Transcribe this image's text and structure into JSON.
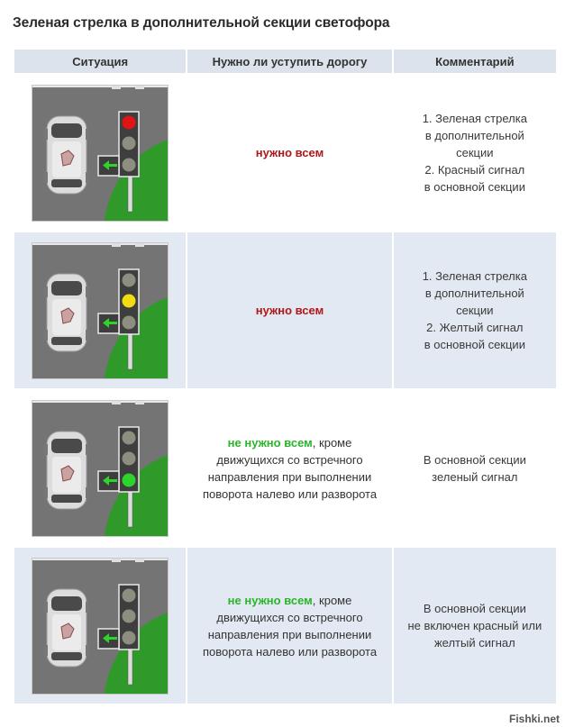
{
  "title": "Зеленая стрелка в дополнительной секции светофора",
  "headers": [
    "Ситуация",
    "Нужно ли уступить дорогу",
    "Комментарий"
  ],
  "rows": [
    {
      "lights": {
        "red": true,
        "yellow": false,
        "main_green": false
      },
      "answer_main": "нужно всем",
      "answer_kind": "yes",
      "answer_rest": "",
      "comment": [
        "1. Зеленая стрелка",
        "в дополнительной",
        "секции",
        "2. Красный сигнал",
        "в основной секции"
      ]
    },
    {
      "lights": {
        "red": false,
        "yellow": true,
        "main_green": false
      },
      "answer_main": "нужно всем",
      "answer_kind": "yes",
      "answer_rest": "",
      "comment": [
        "1. Зеленая стрелка",
        "в дополнительной",
        "секции",
        "2. Желтый сигнал",
        "в основной секции"
      ]
    },
    {
      "lights": {
        "red": false,
        "yellow": false,
        "main_green": true
      },
      "answer_main": "не нужно всем",
      "answer_kind": "no",
      "answer_rest": ", кроме движущихся со встречного направления при выполнении поворота налево или разворота",
      "comment": [
        "В основной секции",
        "зеленый сигнал"
      ]
    },
    {
      "lights": {
        "red": false,
        "yellow": false,
        "main_green": false
      },
      "answer_main": "не нужно всем",
      "answer_kind": "no",
      "answer_rest": ", кроме движущихся со встречного направления при выполнении поворота налево или разворота",
      "comment": [
        "В основной секции",
        "не включен красный или",
        "желтый сигнал"
      ]
    }
  ],
  "colors": {
    "header_bg": "#dde3ec",
    "alt_row_bg": "#e3e9f2",
    "yes_text": "#b01717",
    "no_text": "#2ab52a",
    "red_on": "#e01414",
    "yellow_on": "#f2dc12",
    "green_on": "#2cd42c",
    "lamp_off": "#8e8e80",
    "road": "#747474",
    "grass": "#2f9a2a"
  },
  "watermark": "Fishki.net"
}
